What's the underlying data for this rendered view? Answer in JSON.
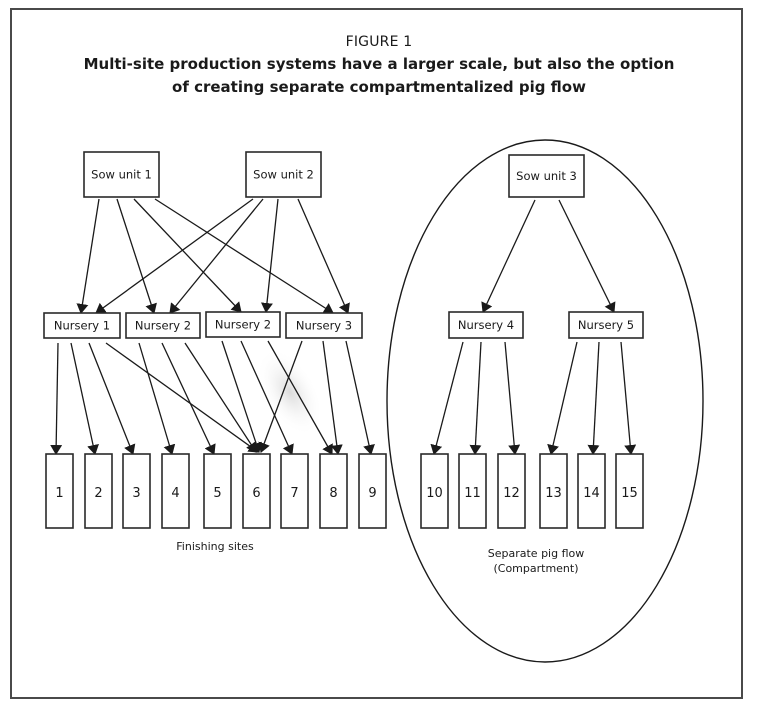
{
  "figure": {
    "label": "FIGURE 1",
    "title_line1": "Multi-site production systems have a larger scale, but also the option",
    "title_line2": "of creating separate compartmentalized pig flow"
  },
  "nodes": {
    "sow_units": [
      {
        "id": "s1",
        "label": "Sow unit 1"
      },
      {
        "id": "s2",
        "label": "Sow unit 2"
      },
      {
        "id": "s3",
        "label": "Sow unit 3"
      }
    ],
    "nurseries": [
      {
        "id": "n1",
        "label": "Nursery 1"
      },
      {
        "id": "n2",
        "label": "Nursery 2"
      },
      {
        "id": "n2b",
        "label": "Nursery 2"
      },
      {
        "id": "n3",
        "label": "Nursery 3"
      },
      {
        "id": "n4",
        "label": "Nursery 4"
      },
      {
        "id": "n5",
        "label": "Nursery 5"
      }
    ],
    "finishing_sites": [
      {
        "id": "f1",
        "label": "1"
      },
      {
        "id": "f2",
        "label": "2"
      },
      {
        "id": "f3",
        "label": "3"
      },
      {
        "id": "f4",
        "label": "4"
      },
      {
        "id": "f5",
        "label": "5"
      },
      {
        "id": "f6",
        "label": "6"
      },
      {
        "id": "f7",
        "label": "7"
      },
      {
        "id": "f8",
        "label": "8"
      },
      {
        "id": "f9",
        "label": "9"
      },
      {
        "id": "f10",
        "label": "10"
      },
      {
        "id": "f11",
        "label": "11"
      },
      {
        "id": "f12",
        "label": "12"
      },
      {
        "id": "f13",
        "label": "13"
      },
      {
        "id": "f14",
        "label": "14"
      },
      {
        "id": "f15",
        "label": "15"
      }
    ]
  },
  "edges": [
    [
      "s1",
      "n1"
    ],
    [
      "s1",
      "n2"
    ],
    [
      "s1",
      "n2b"
    ],
    [
      "s1",
      "n3"
    ],
    [
      "s2",
      "n1"
    ],
    [
      "s2",
      "n2"
    ],
    [
      "s2",
      "n2b"
    ],
    [
      "s2",
      "n3"
    ],
    [
      "s3",
      "n4"
    ],
    [
      "s3",
      "n5"
    ],
    [
      "n1",
      "f1"
    ],
    [
      "n1",
      "f2"
    ],
    [
      "n1",
      "f3"
    ],
    [
      "n1",
      "f6"
    ],
    [
      "n2",
      "f4"
    ],
    [
      "n2",
      "f5"
    ],
    [
      "n2",
      "f6"
    ],
    [
      "n2b",
      "f6"
    ],
    [
      "n2b",
      "f7"
    ],
    [
      "n2b",
      "f8"
    ],
    [
      "n3",
      "f6"
    ],
    [
      "n3",
      "f8"
    ],
    [
      "n3",
      "f9"
    ],
    [
      "n4",
      "f10"
    ],
    [
      "n4",
      "f11"
    ],
    [
      "n4",
      "f12"
    ],
    [
      "n5",
      "f13"
    ],
    [
      "n5",
      "f14"
    ],
    [
      "n5",
      "f15"
    ]
  ],
  "groups": {
    "finishing_caption": "Finishing sites",
    "compartment_caption_line1": "Separate pig flow",
    "compartment_caption_line2": "(Compartment)",
    "compartment_members": [
      "s3",
      "n4",
      "n5",
      "f10",
      "f11",
      "f12",
      "f13",
      "f14",
      "f15"
    ]
  },
  "colors": {
    "stroke": "#1a1a1a",
    "frame": "#4a4a4a",
    "background": "#ffffff"
  }
}
